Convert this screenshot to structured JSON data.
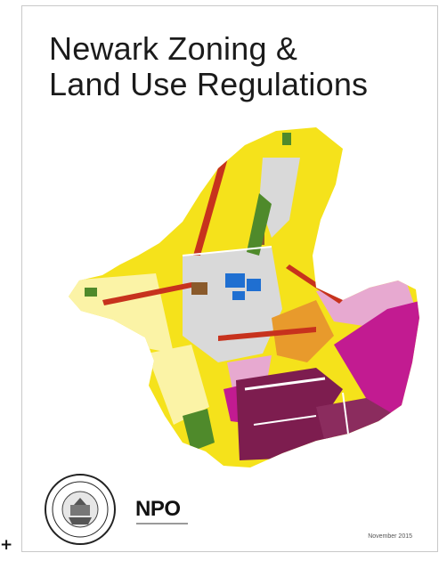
{
  "document": {
    "title_line_1": "Newark Zoning &",
    "title_line_2": "Land Use Regulations",
    "logo_text": "NPO",
    "date": "November 2015"
  },
  "icons": {
    "seal": "city-seal-icon",
    "map": "zoning-map-icon",
    "cursor": "crosshair-icon"
  },
  "colors": {
    "residential_yellow": "#f5e21b",
    "light_yellow": "#fbf3a6",
    "industrial_magenta": "#c21b91",
    "heavy_industrial": "#7d1d4f",
    "commercial_red": "#c7321d",
    "parks_green": "#4f8a2b",
    "institutional_blue": "#1f6fd1",
    "grey": "#d9d9d9",
    "brown": "#8a5a2b",
    "orange": "#e89a2c",
    "pink": "#e7a9d0"
  }
}
